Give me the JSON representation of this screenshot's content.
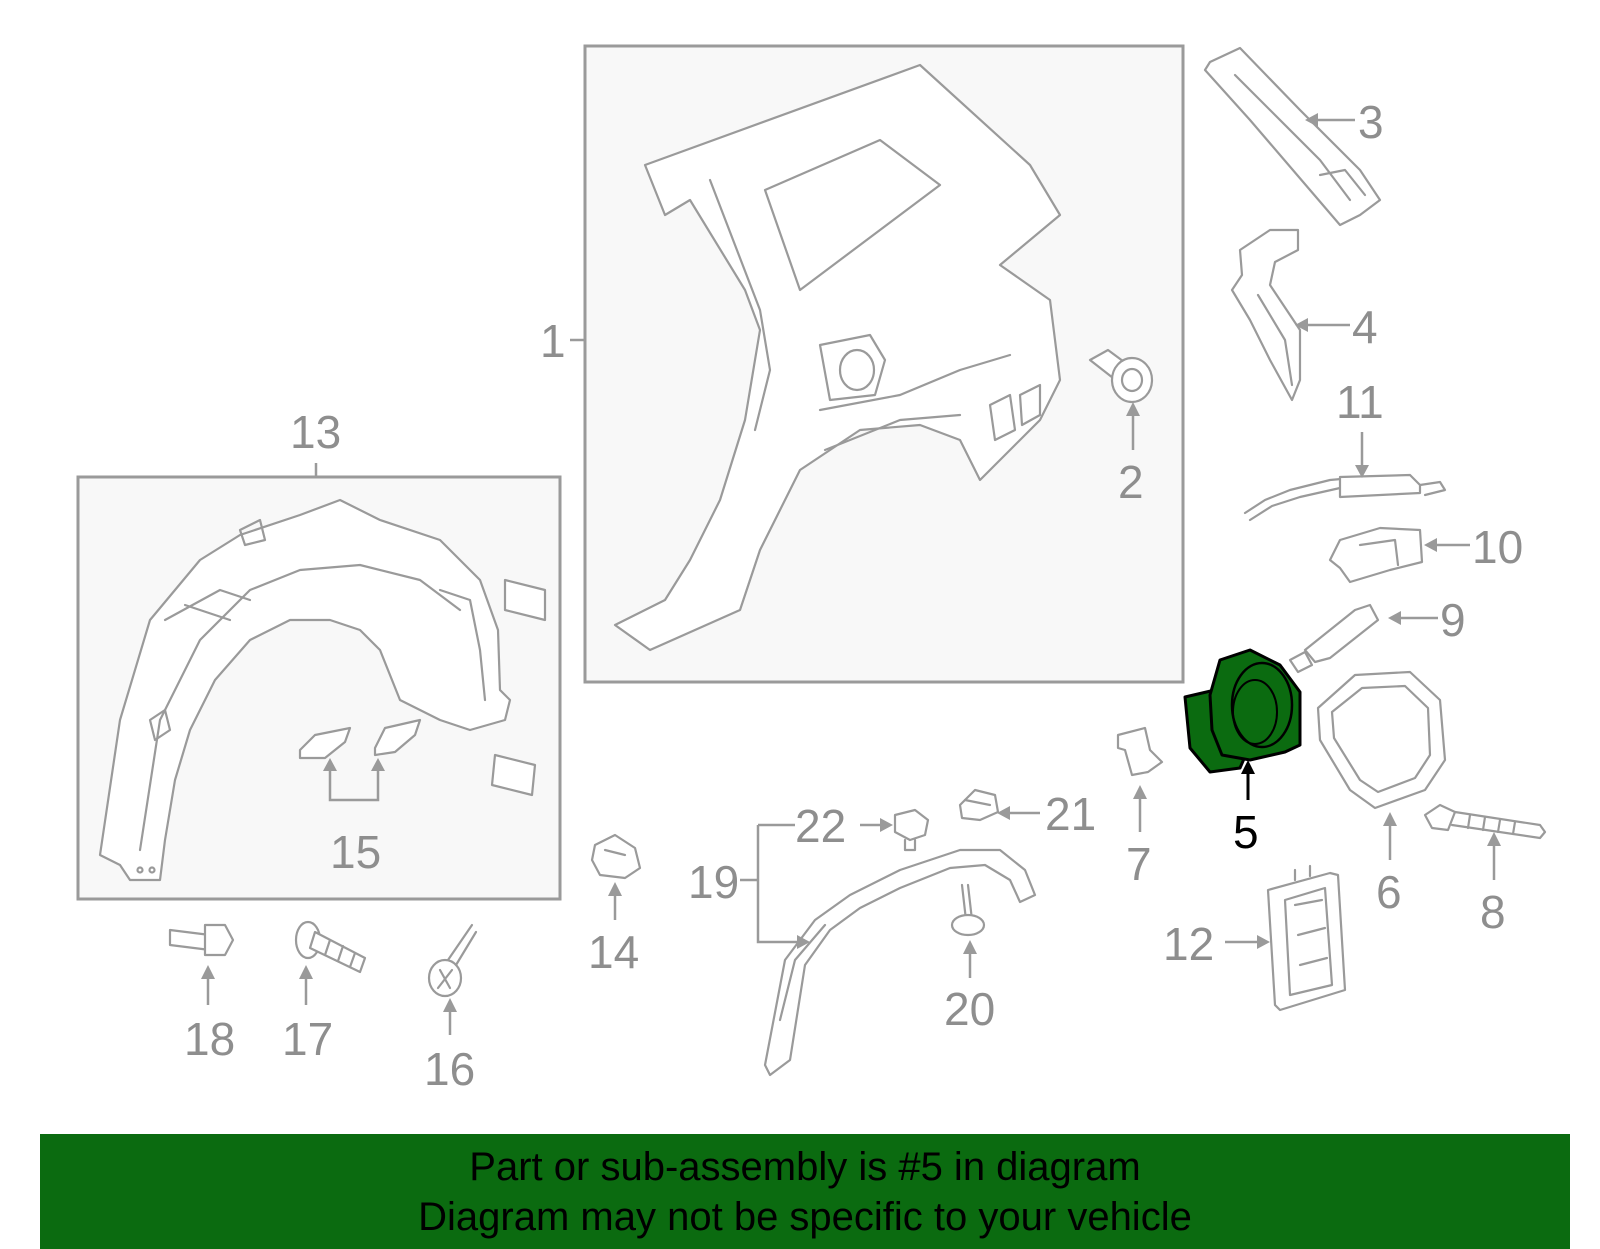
{
  "diagram": {
    "highlight_color": "#0b6b10",
    "callouts": [
      {
        "id": "1",
        "label": "1"
      },
      {
        "id": "2",
        "label": "2"
      },
      {
        "id": "3",
        "label": "3"
      },
      {
        "id": "4",
        "label": "4"
      },
      {
        "id": "5",
        "label": "5",
        "highlighted": true
      },
      {
        "id": "6",
        "label": "6"
      },
      {
        "id": "7",
        "label": "7"
      },
      {
        "id": "8",
        "label": "8"
      },
      {
        "id": "9",
        "label": "9"
      },
      {
        "id": "10",
        "label": "10"
      },
      {
        "id": "11",
        "label": "11"
      },
      {
        "id": "12",
        "label": "12"
      },
      {
        "id": "13",
        "label": "13"
      },
      {
        "id": "14",
        "label": "14"
      },
      {
        "id": "15",
        "label": "15"
      },
      {
        "id": "16",
        "label": "16"
      },
      {
        "id": "17",
        "label": "17"
      },
      {
        "id": "18",
        "label": "18"
      },
      {
        "id": "19",
        "label": "19"
      },
      {
        "id": "20",
        "label": "20"
      },
      {
        "id": "21",
        "label": "21"
      },
      {
        "id": "22",
        "label": "22"
      }
    ]
  },
  "banner": {
    "line1": "Part or sub-assembly is #5 in diagram",
    "line2": "Diagram may not be specific to your vehicle",
    "color": "#0b6b10"
  }
}
